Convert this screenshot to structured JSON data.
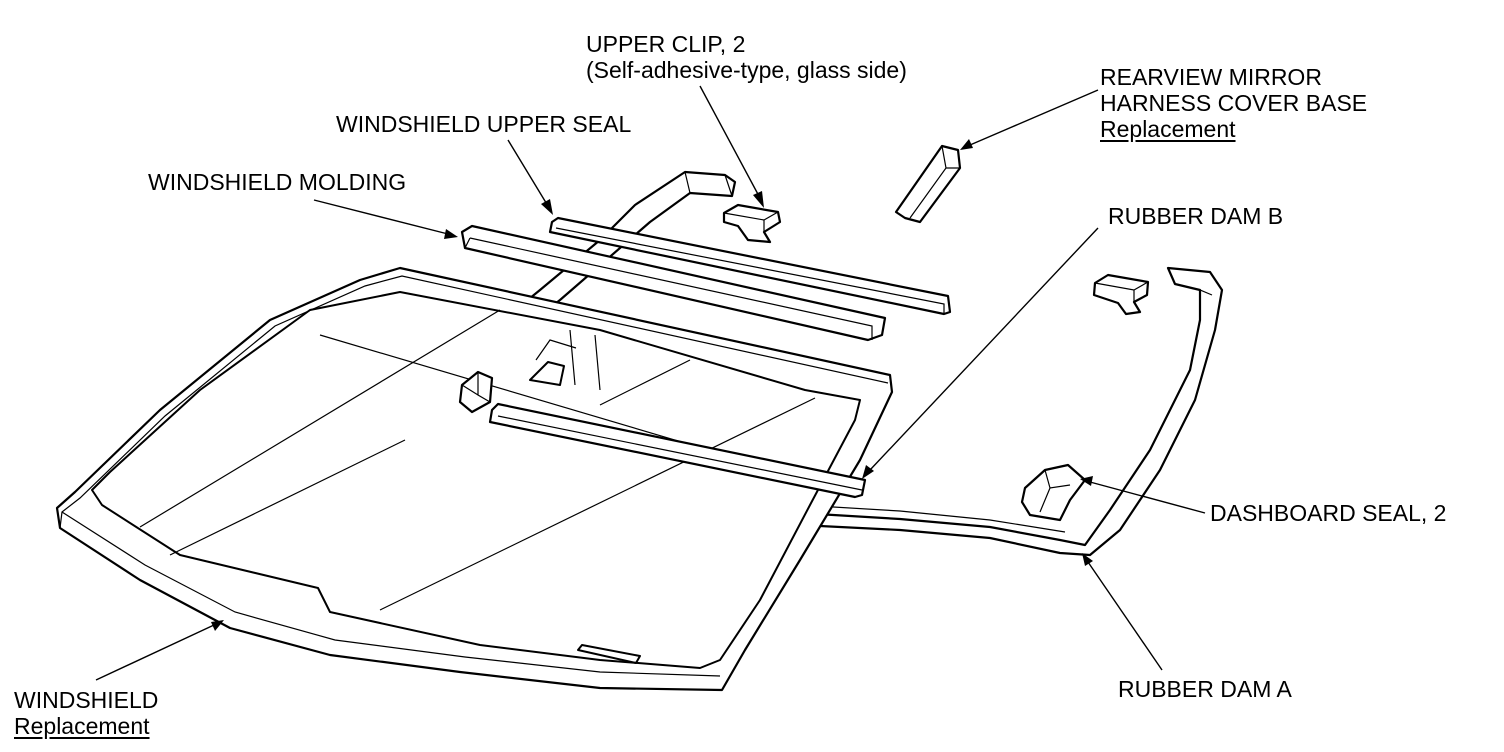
{
  "labels": {
    "upper_clip": {
      "line1": "UPPER CLIP, 2",
      "line2": "(Self-adhesive-type, glass side)"
    },
    "upper_seal": "WINDSHIELD UPPER SEAL",
    "molding": "WINDSHIELD MOLDING",
    "mirror_cover": {
      "line1": "REARVIEW MIRROR",
      "line2": "HARNESS COVER BASE",
      "line3": "Replacement"
    },
    "rubber_dam_b": "RUBBER DAM B",
    "dashboard_seal": "DASHBOARD SEAL, 2",
    "rubber_dam_a": "RUBBER DAM A",
    "windshield": {
      "line1": "WINDSHIELD",
      "line2": "Replacement"
    }
  },
  "colors": {
    "ink": "#000000",
    "background": "#ffffff"
  }
}
